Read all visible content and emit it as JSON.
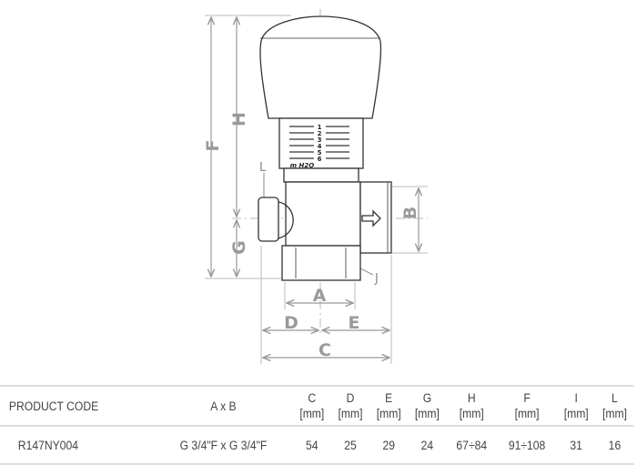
{
  "drawing": {
    "dimension_labels": {
      "F": "F",
      "H": "H",
      "G": "G",
      "L": "L",
      "A": "A",
      "B": "B",
      "C": "C",
      "D": "D",
      "E": "E",
      "J": "J"
    },
    "scale_marks": [
      "1",
      "2",
      "3",
      "4",
      "5",
      "6"
    ],
    "scale_unit": "m H2O",
    "flow_arrow": "arrow-right-icon"
  },
  "table": {
    "headers": [
      {
        "top": "PRODUCT CODE",
        "unit": ""
      },
      {
        "top": "A x B",
        "unit": ""
      },
      {
        "top": "C",
        "unit": "[mm]"
      },
      {
        "top": "D",
        "unit": "[mm]"
      },
      {
        "top": "E",
        "unit": "[mm]"
      },
      {
        "top": "G",
        "unit": "[mm]"
      },
      {
        "top": "H",
        "unit": "[mm]"
      },
      {
        "top": "F",
        "unit": "[mm]"
      },
      {
        "top": "I",
        "unit": "[mm]"
      },
      {
        "top": "L",
        "unit": "[mm]"
      }
    ],
    "rows": [
      [
        "R147NY004",
        "G 3/4\"F x G 3/4\"F",
        "54",
        "25",
        "29",
        "24",
        "67÷84",
        "91÷108",
        "31",
        "16"
      ]
    ]
  }
}
